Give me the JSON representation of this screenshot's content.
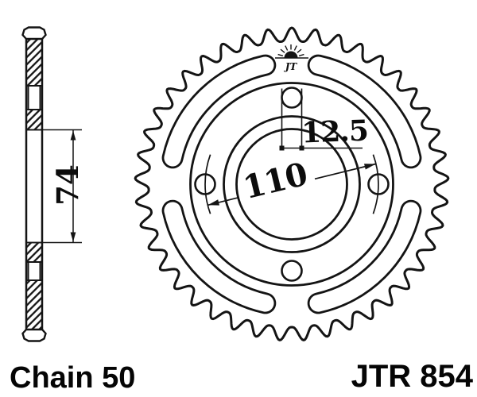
{
  "footer": {
    "chain_label": "Chain 50",
    "part_number": "JTR 854"
  },
  "logo": {
    "brand": "JT"
  },
  "dimensions": {
    "bolt_circle": "110",
    "bolt_hole": "12.5",
    "bore": "74"
  },
  "drawing": {
    "ink": "#141414",
    "paper": "#ffffff",
    "teeth_count": 41,
    "bolt_hole_count": 4,
    "lightening_slot_count": 4
  }
}
